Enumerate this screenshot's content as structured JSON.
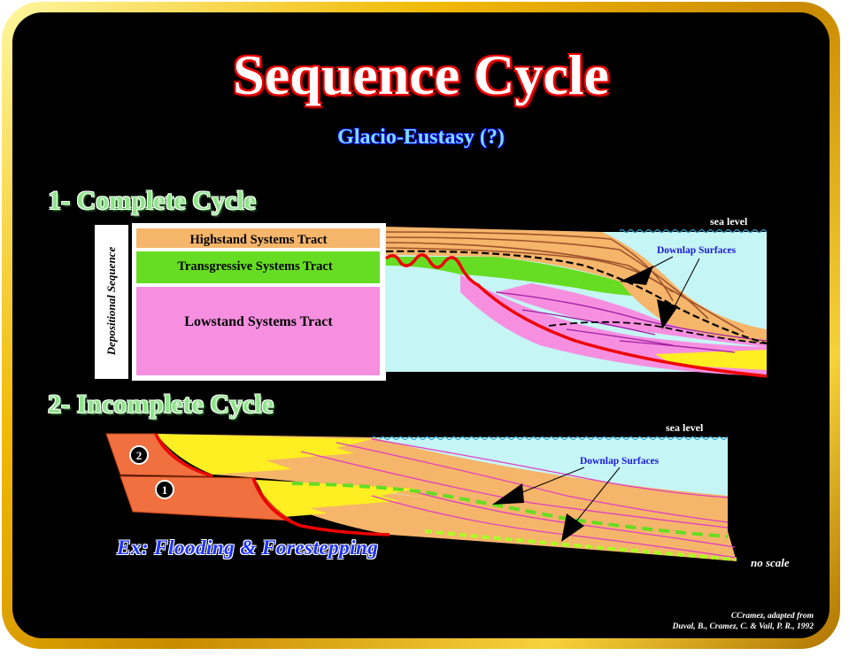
{
  "title": "Sequence Cycle",
  "subtitle": "Glacio-Eustasy (?)",
  "section1": {
    "heading": "1- Complete Cycle",
    "sequence_label": "Depositional  Sequence",
    "tracts": [
      "Highstand Systems Tract",
      "Transgressive Systems Tract",
      "Lowstand Systems Tract"
    ],
    "sea_level": "sea level",
    "downlap_label": "Downlap Surfaces"
  },
  "section2": {
    "heading": "2- Incomplete Cycle",
    "sea_level": "sea level",
    "downlap_label": "Downlap Surfaces",
    "markers": [
      "2",
      "1"
    ],
    "no_scale": "no scale"
  },
  "example": "Ex: Flooding & Forestepping",
  "credit": {
    "line1": "CCramez, adapted from",
    "line2": "Duval, B., Cramez, C. & Vail, P. R., 1992"
  },
  "colors": {
    "highstand": "#f5b56a",
    "transgressive": "#66dd22",
    "lowstand": "#f78fe0",
    "sea": "#c6f5f5",
    "frame": "#f0b800"
  }
}
